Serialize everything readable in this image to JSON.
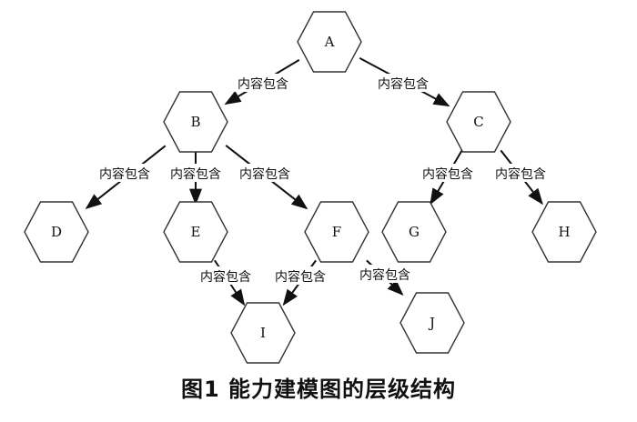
{
  "nodes": [
    {
      "id": "A",
      "label": "A"
    },
    {
      "id": "B",
      "label": "B"
    },
    {
      "id": "C",
      "label": "C"
    },
    {
      "id": "D",
      "label": "D"
    },
    {
      "id": "E",
      "label": "E"
    },
    {
      "id": "F",
      "label": "F"
    },
    {
      "id": "G",
      "label": "G"
    },
    {
      "id": "H",
      "label": "H"
    },
    {
      "id": "I",
      "label": "I"
    },
    {
      "id": "J",
      "label": "J"
    }
  ],
  "edges": [
    {
      "from": "A",
      "to": "B",
      "label": "内容包含"
    },
    {
      "from": "A",
      "to": "C",
      "label": "内容包含"
    },
    {
      "from": "B",
      "to": "D",
      "label": "内容包含"
    },
    {
      "from": "B",
      "to": "E",
      "label": "内容包含"
    },
    {
      "from": "B",
      "to": "F",
      "label": "内容包含"
    },
    {
      "from": "C",
      "to": "G",
      "label": "内容包含"
    },
    {
      "from": "C",
      "to": "H",
      "label": "内容包含"
    },
    {
      "from": "E",
      "to": "I",
      "label": "内容包含"
    },
    {
      "from": "F",
      "to": "I",
      "label": "内容包含"
    },
    {
      "from": "F",
      "to": "J",
      "label": "内容包含"
    }
  ],
  "caption": "图1   能力建模图的层级结构"
}
